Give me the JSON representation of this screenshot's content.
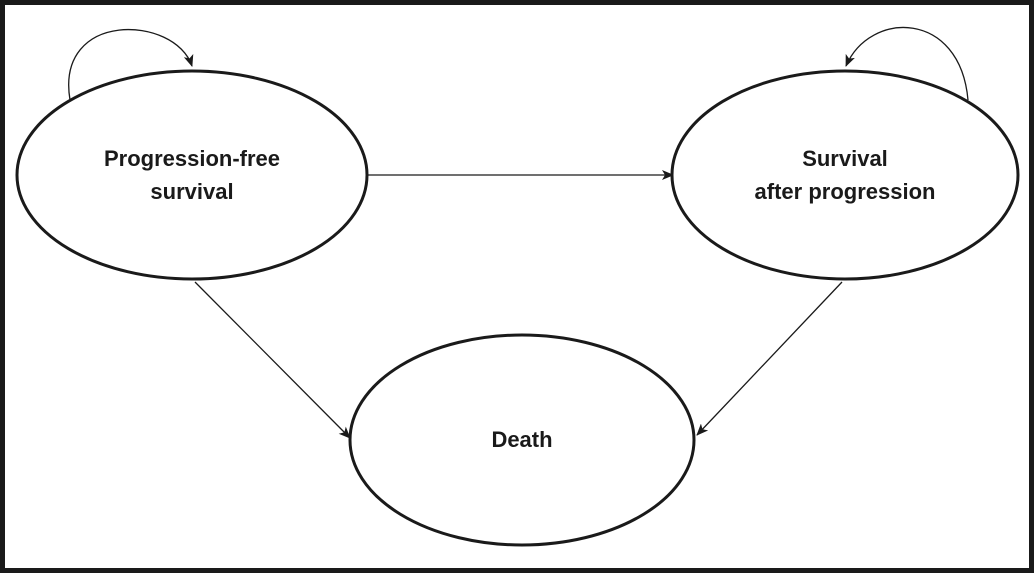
{
  "diagram": {
    "states": {
      "pfs": {
        "line1": "Progression-free",
        "line2": "survival"
      },
      "sap": {
        "line1": "Survival",
        "line2": "after progression"
      },
      "death": {
        "label": "Death"
      }
    }
  },
  "colors": {
    "stroke": "#1a1a1a",
    "background": "#ffffff"
  }
}
